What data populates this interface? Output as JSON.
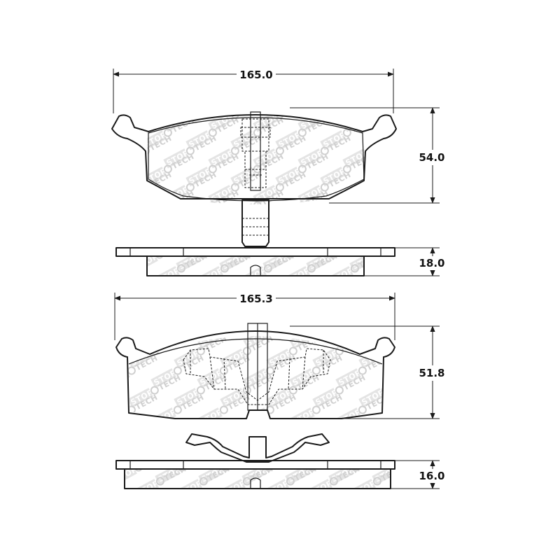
{
  "dimensions": {
    "top_pad_width": "165.0",
    "top_pad_height": "54.0",
    "top_pad_thickness": "18.0",
    "bottom_pad_width": "165.3",
    "bottom_pad_height": "51.8",
    "bottom_pad_thickness": "16.0"
  },
  "watermark": {
    "brand_left": "STOP",
    "brand_right": "TECH"
  },
  "colors": {
    "line": "#1a1a1a",
    "watermark": "#d0d0d0",
    "background": "#ffffff"
  }
}
